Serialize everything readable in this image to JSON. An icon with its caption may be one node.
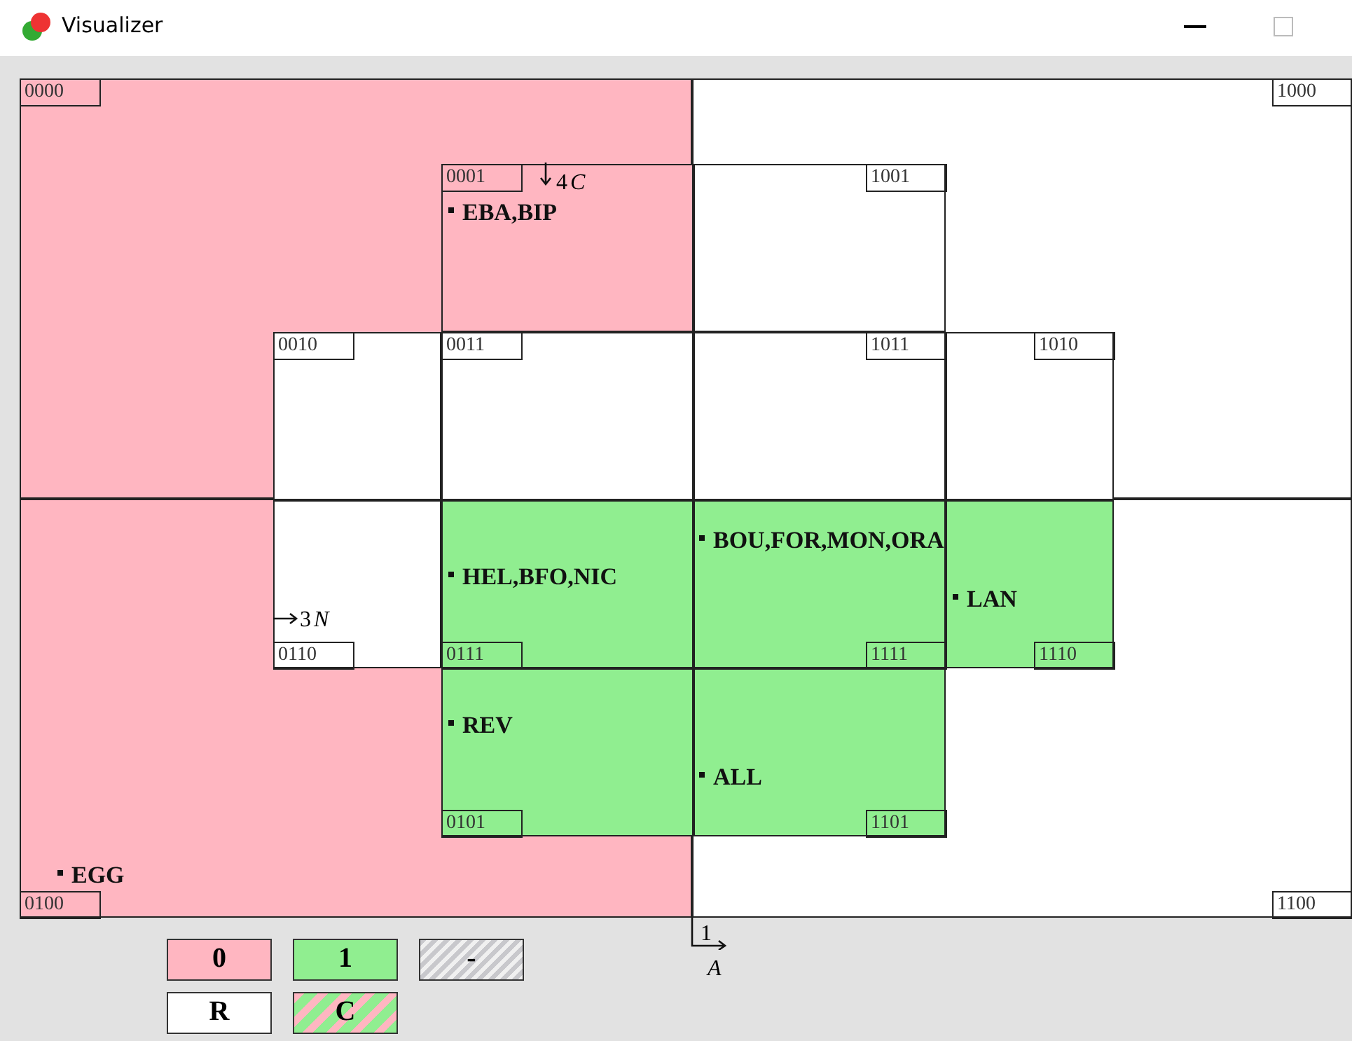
{
  "diagram": {
    "title": "Visualizer",
    "nodes": [
      {
        "text": [
          "0000"
        ]
      },
      {
        "text": [
          "0001",
          "EBA,BIP"
        ],
        "in": 0
      },
      {
        "text": [
          "0010"
        ],
        "in": 0
      },
      {
        "text": [
          "0011"
        ],
        "in": 0
      },
      {
        "text": [
          "1000"
        ]
      },
      {
        "text": [
          "1001"
        ],
        "in": 4
      },
      {
        "text": [
          "1011"
        ],
        "in": 4
      },
      {
        "text": [
          "1010"
        ],
        "in": 4
      },
      {
        "text": [
          "EGG",
          "0100"
        ]
      },
      {
        "text": [
          "0110"
        ],
        "in": 8
      },
      {
        "text": [
          "HEL,BFO,NIC",
          "0111"
        ],
        "in": 8
      },
      {
        "text": [
          "REV",
          "0101"
        ],
        "in": 8
      },
      {
        "text": [
          "1100"
        ]
      },
      {
        "text": [
          "BOU,FOR,MON,ORA",
          "1111"
        ],
        "in": 12
      },
      {
        "text": [
          "LAN",
          "1110"
        ],
        "in": 12
      },
      {
        "text": [
          "ALL",
          "1101"
        ],
        "in": 12
      }
    ],
    "edges": [],
    "labels": [
      "4",
      "C",
      "3",
      "N",
      "1",
      "A"
    ],
    "legend": [
      {
        "text": "0",
        "color": "#ffb6c1"
      },
      {
        "text": "1",
        "color": "#90ee90"
      },
      {
        "text": "-"
      },
      {
        "text": "R",
        "color": "#ffffff"
      },
      {
        "text": "C"
      }
    ]
  }
}
